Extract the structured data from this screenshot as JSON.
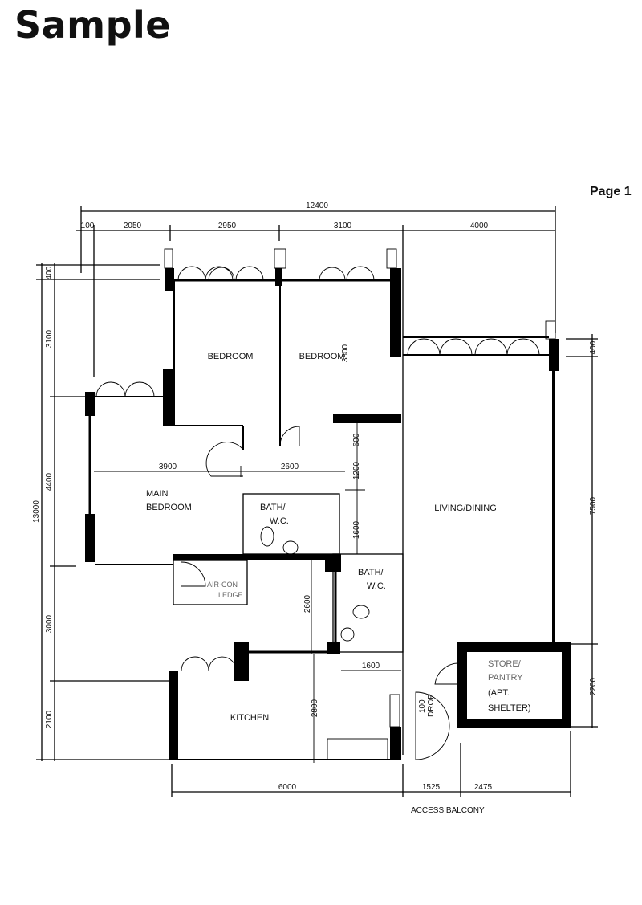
{
  "header": {
    "title": "Sample",
    "page_label": "Page 1"
  },
  "plan": {
    "rooms": {
      "bedroom_1": "BEDROOM",
      "bedroom_2": "BEDROOM",
      "main_bedroom_line1": "MAIN",
      "main_bedroom_line2": "BEDROOM",
      "bath1_line1": "BATH/",
      "bath1_line2": "W.C.",
      "bath2_line1": "BATH/",
      "bath2_line2": "W.C.",
      "living": "LIVING/DINING",
      "aircon_line1": "AIR-CON",
      "aircon_line2": "LEDGE",
      "kitchen": "KITCHEN",
      "store_line1": "STORE/",
      "store_line2": "PANTRY",
      "store_line3": "(APT.",
      "store_line4": "SHELTER)",
      "drop_line1": "100",
      "drop_line2": "DROP",
      "access_balcony": "ACCESS  BALCONY"
    },
    "dimensions": {
      "top_total": "12400",
      "top": [
        "100",
        "2050",
        "2950",
        "3100",
        "4000"
      ],
      "left_total": "13000",
      "left": [
        "400",
        "3100",
        "4400",
        "3000",
        "2100"
      ],
      "right": [
        "400",
        "7500",
        "2200"
      ],
      "bottom": [
        "6000",
        "1525",
        "2475"
      ],
      "inner": {
        "bedroom2_depth": "3800",
        "main_bed_width": "3900",
        "corridor_width": "2600",
        "d600": "600",
        "d1200": "1200",
        "d1600_v": "1600",
        "d2600_v": "2600",
        "d1600_h": "1600",
        "d2800_v": "2800"
      }
    }
  }
}
